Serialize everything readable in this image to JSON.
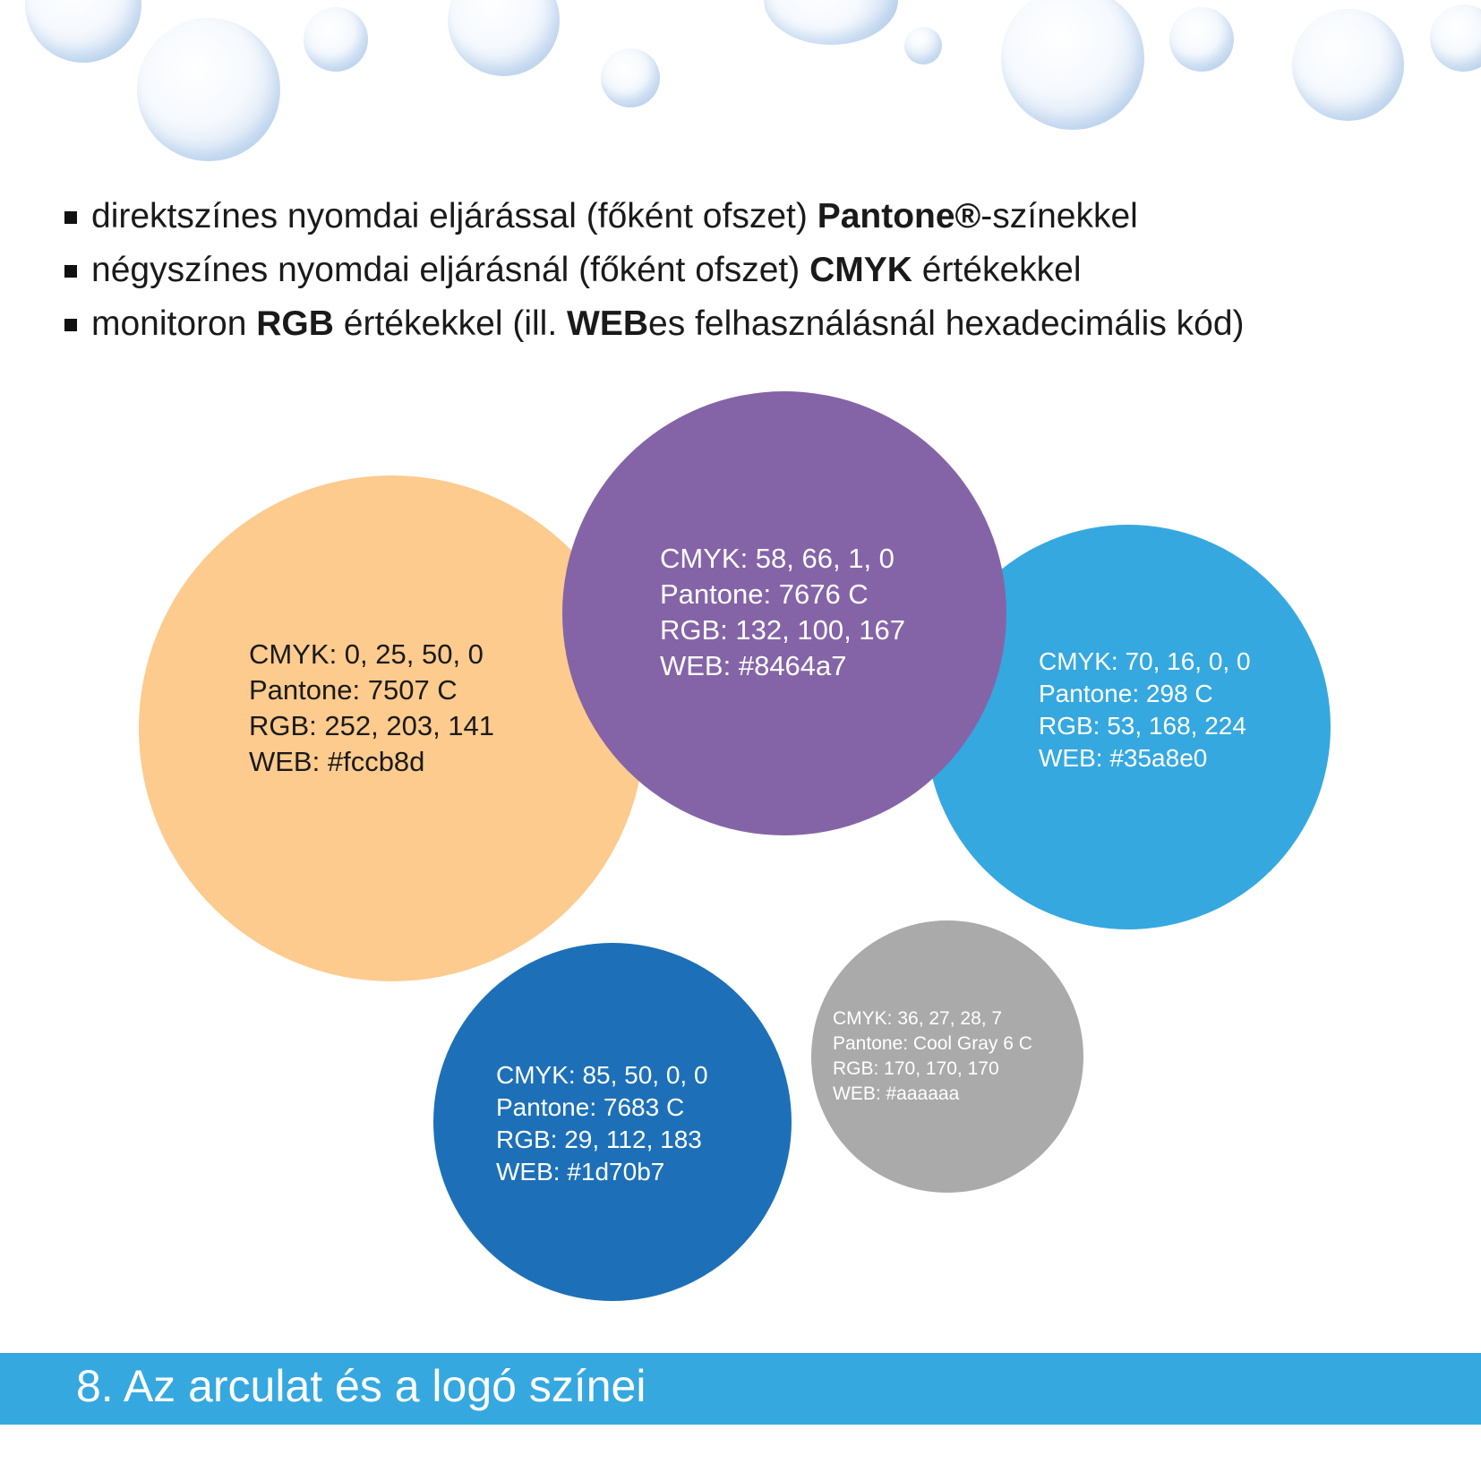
{
  "bullets": [
    {
      "pre": "direktszínes nyomdai eljárással (főként ofszet) ",
      "b1": "Pantone®",
      "mid": "-színekkel",
      "b2": "",
      "post": ""
    },
    {
      "pre": "négyszínes nyomdai eljárásnál (főként ofszet) ",
      "b1": "CMYK",
      "mid": " értékekkel",
      "b2": "",
      "post": ""
    },
    {
      "pre": "monitoron ",
      "b1": "RGB",
      "mid": " értékekkel (ill. ",
      "b2": "WEB",
      "post": "es felhasználásnál hexadecimális kód)"
    }
  ],
  "swatches": {
    "orange": {
      "color": "#fccb8d",
      "cmyk": "CMYK: 0, 25, 50, 0",
      "pantone": "Pantone: 7507 C",
      "rgb": "RGB: 252, 203, 141",
      "web": "WEB: #fccb8d"
    },
    "purple": {
      "color": "#8464a7",
      "cmyk": "CMYK: 58, 66, 1, 0",
      "pantone": "Pantone: 7676 C",
      "rgb": "RGB: 132, 100, 167",
      "web": "WEB: #8464a7"
    },
    "lightblue": {
      "color": "#35a8e0",
      "cmyk": "CMYK: 70, 16, 0, 0",
      "pantone": "Pantone: 298 C",
      "rgb": "RGB: 53, 168, 224",
      "web": "WEB: #35a8e0"
    },
    "darkblue": {
      "color": "#1d70b7",
      "cmyk": "CMYK: 85, 50, 0, 0",
      "pantone": "Pantone: 7683 C",
      "rgb": "RGB: 29, 112, 183",
      "web": "WEB: #1d70b7"
    },
    "gray": {
      "color": "#aaaaaa",
      "cmyk": "CMYK: 36, 27, 28, 7",
      "pantone": "Pantone: Cool Gray 6 C",
      "rgb": "RGB: 170, 170, 170",
      "web": "WEB: #aaaaaa"
    }
  },
  "footer": {
    "title": "8. Az arculat és a logó színei",
    "color": "#35a8e0"
  }
}
